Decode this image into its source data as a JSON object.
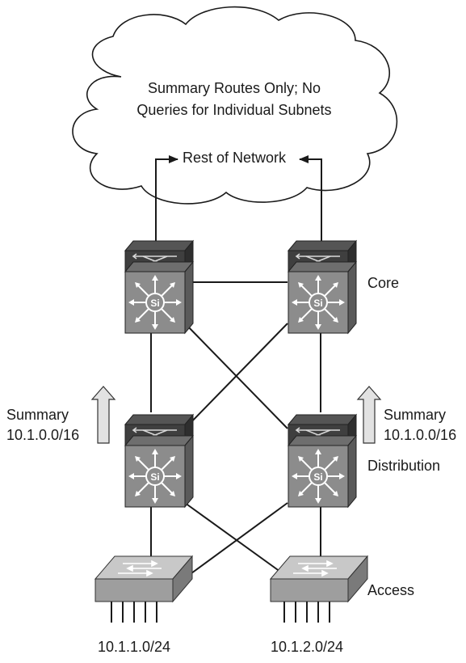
{
  "cloud": {
    "summary_line1": "Summary Routes Only; No",
    "summary_line2": "Queries for Individual Subnets",
    "rest_label": "Rest of Network"
  },
  "layers": {
    "core": "Core",
    "distribution": "Distribution",
    "access": "Access"
  },
  "summaries": {
    "left": {
      "title": "Summary",
      "prefix": "10.1.0.0/16"
    },
    "right": {
      "title": "Summary",
      "prefix": "10.1.0.0/16"
    }
  },
  "subnets": {
    "left": "10.1.1.0/24",
    "right": "10.1.2.0/24"
  },
  "devices": {
    "multilayer_switch_badge": "Si"
  },
  "colors": {
    "switch_top": "#3f3f3f",
    "switch_front": "#8c8c8c",
    "switch_side": "#5a5a5a",
    "access_top": "#c4c4c4",
    "access_front": "#9e9e9e",
    "arrow_fill": "#e2e2e2"
  }
}
